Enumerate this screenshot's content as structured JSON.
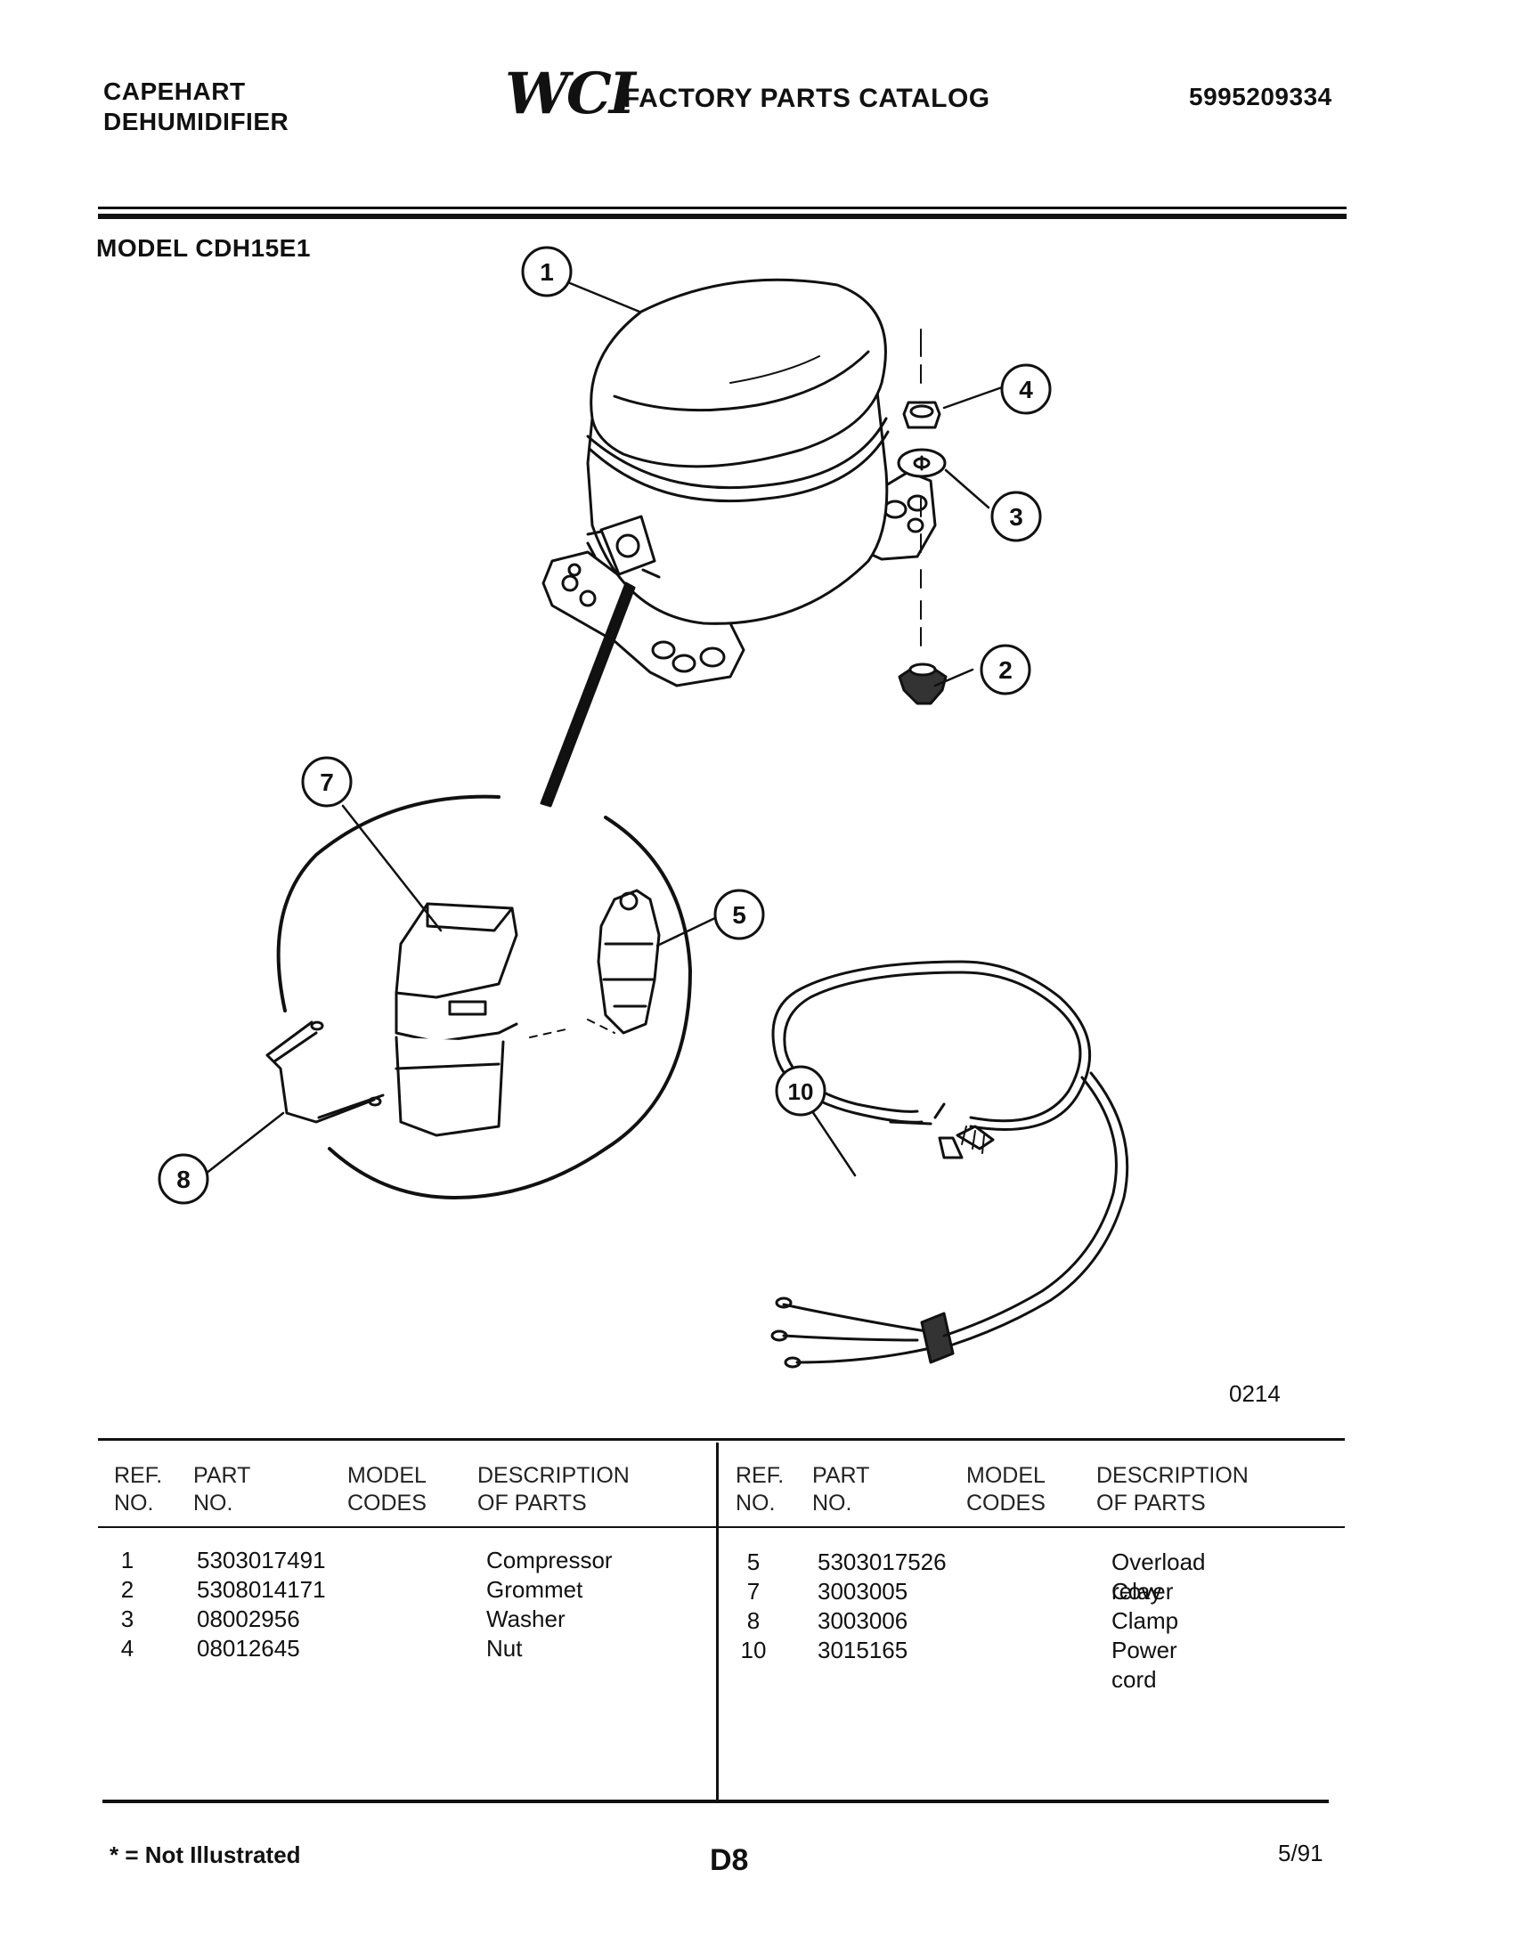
{
  "header": {
    "brand_line1": "CAPEHART",
    "brand_line2": "DEHUMIDIFIER",
    "logo_text": "WCI",
    "catalog_title": "FACTORY PARTS CATALOG",
    "catalog_number": "5995209334"
  },
  "model_label": "MODEL CDH15E1",
  "diagram": {
    "callouts": [
      "1",
      "2",
      "3",
      "4",
      "5",
      "7",
      "8",
      "10"
    ],
    "figure_code": "0214"
  },
  "table": {
    "headers": {
      "ref_line1": "REF.",
      "ref_line2": "NO.",
      "part_line1": "PART",
      "part_line2": "NO.",
      "model_line1": "MODEL",
      "model_line2": "CODES",
      "desc_line1": "DESCRIPTION",
      "desc_line2": "OF PARTS"
    },
    "left_rows": [
      {
        "ref": "1",
        "part": "5303017491",
        "desc": "Compressor"
      },
      {
        "ref": "2",
        "part": "5308014171",
        "desc": "Grommet"
      },
      {
        "ref": "3",
        "part": "08002956",
        "desc": "Washer"
      },
      {
        "ref": "4",
        "part": "08012645",
        "desc": "Nut"
      }
    ],
    "right_rows": [
      {
        "ref": "5",
        "part": "5303017526",
        "desc": "Overload relay"
      },
      {
        "ref": "7",
        "part": "3003005",
        "desc": "Cover"
      },
      {
        "ref": "8",
        "part": "3003006",
        "desc": "Clamp"
      },
      {
        "ref": "10",
        "part": "3015165",
        "desc": "Power cord"
      }
    ]
  },
  "footer": {
    "note": "* = Not Illustrated",
    "page": "D8",
    "date": "5/91"
  }
}
